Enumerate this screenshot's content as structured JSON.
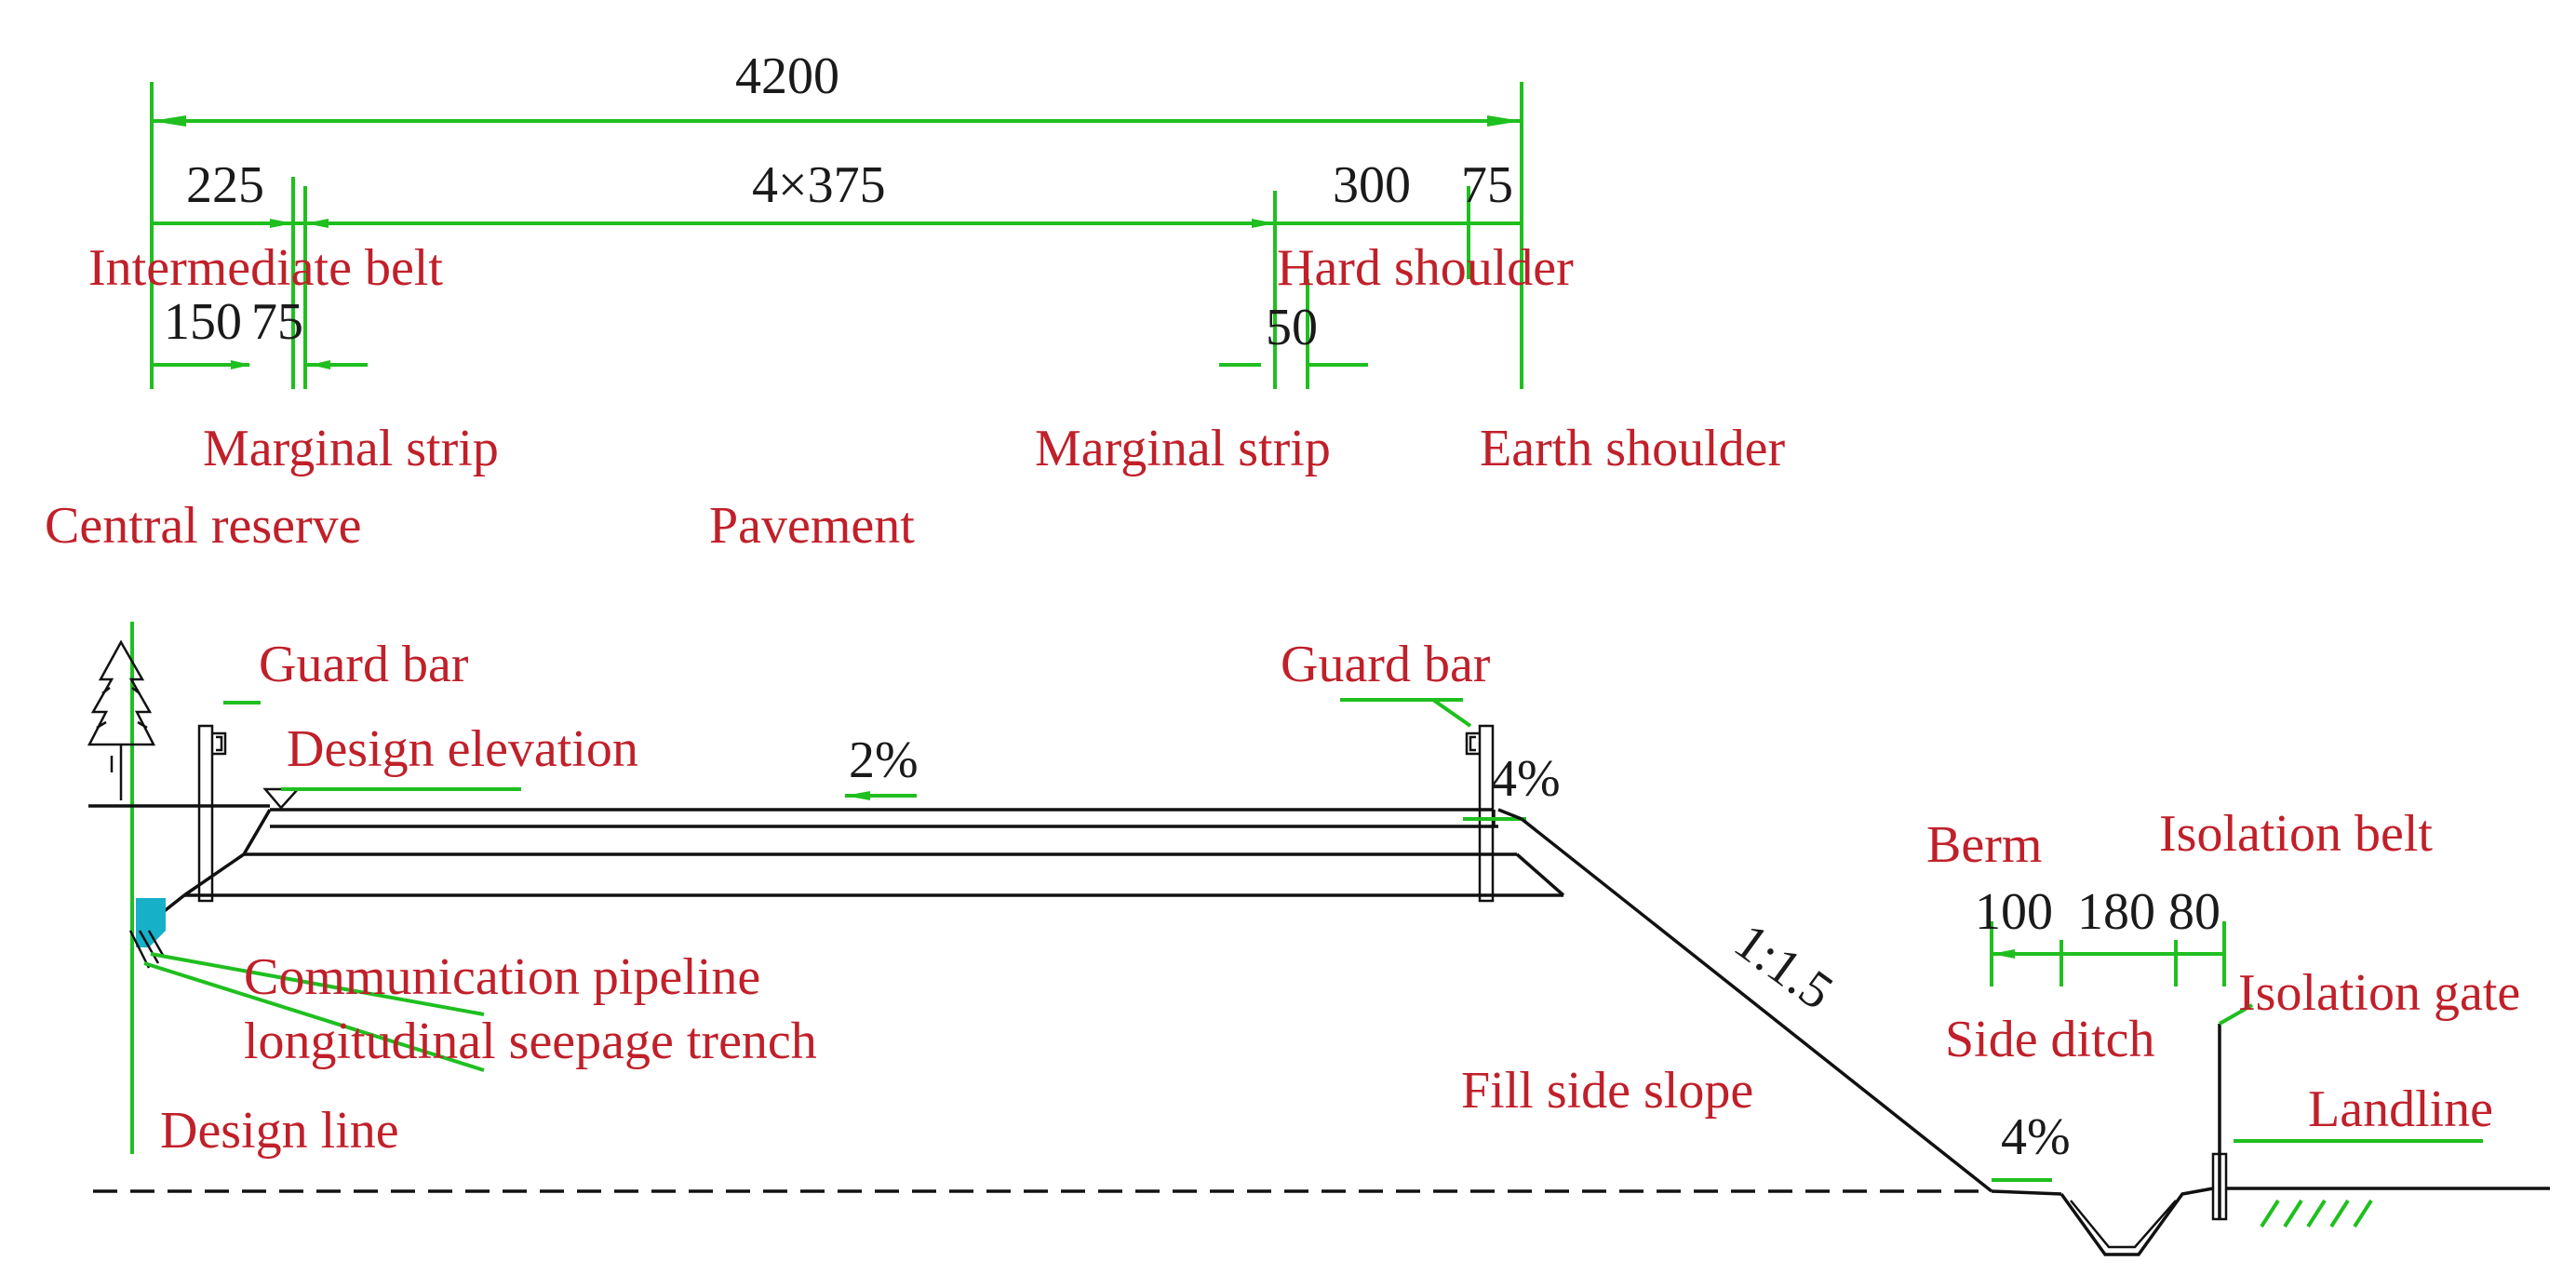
{
  "colors": {
    "label": "#c0202a",
    "dimension_line": "#1fbf1f",
    "line": "#111111",
    "seepage_fill": "#16b0c8"
  },
  "dimensions": {
    "total": "4200",
    "intermediate_belt": "225",
    "pavement": "4×375",
    "hard_shoulder": "300",
    "earth_shoulder": "75",
    "central_reserve": "150",
    "marginal_strip_left": "75",
    "marginal_strip_right": "50",
    "berm": "100",
    "side_ditch": "180",
    "isolation_belt": "80",
    "cross_slope": "2%",
    "shoulder_slope": "4%",
    "fill_slope_ratio": "1:1.5",
    "berm_slope": "4%"
  },
  "labels": {
    "intermediate_belt": "Intermediate belt",
    "hard_shoulder": "Hard shoulder",
    "marginal_strip_left": "Marginal strip",
    "marginal_strip_right": "Marginal strip",
    "earth_shoulder": "Earth shoulder",
    "central_reserve": "Central reserve",
    "pavement": "Pavement",
    "guard_bar_left": "Guard bar",
    "guard_bar_right": "Guard bar",
    "design_elevation": "Design elevation",
    "berm": "Berm",
    "isolation_belt": "Isolation belt",
    "communication_pipeline": "Communication pipeline",
    "seepage_trench": "longitudinal seepage trench",
    "side_ditch": "Side ditch",
    "isolation_gate": "Isolation gate",
    "fill_side_slope": "Fill side slope",
    "landline": "Landline",
    "design_line": "Design line"
  }
}
